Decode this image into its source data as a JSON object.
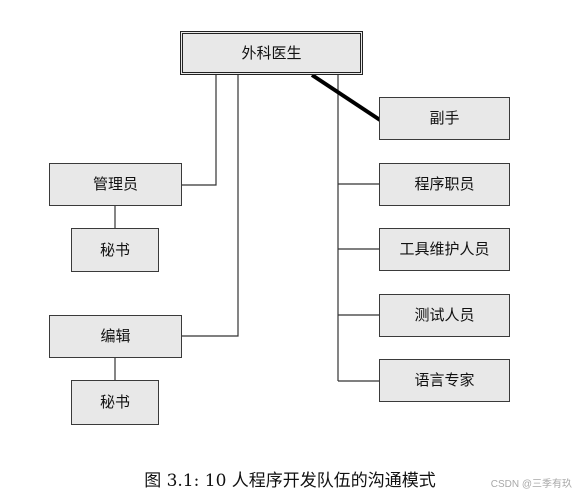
{
  "nodes": {
    "root": "外科医生",
    "manager": "管理员",
    "secretary_top": "秘书",
    "editor": "编辑",
    "secretary_bottom": "秘书",
    "copilot": "副手",
    "program_clerk": "程序职员",
    "toolsmith": "工具维护人员",
    "tester": "测试人员",
    "language_expert": "语言专家"
  },
  "caption": "图 3.1: 10 人程序开发队伍的沟通模式",
  "watermark": "CSDN @三季有玖"
}
